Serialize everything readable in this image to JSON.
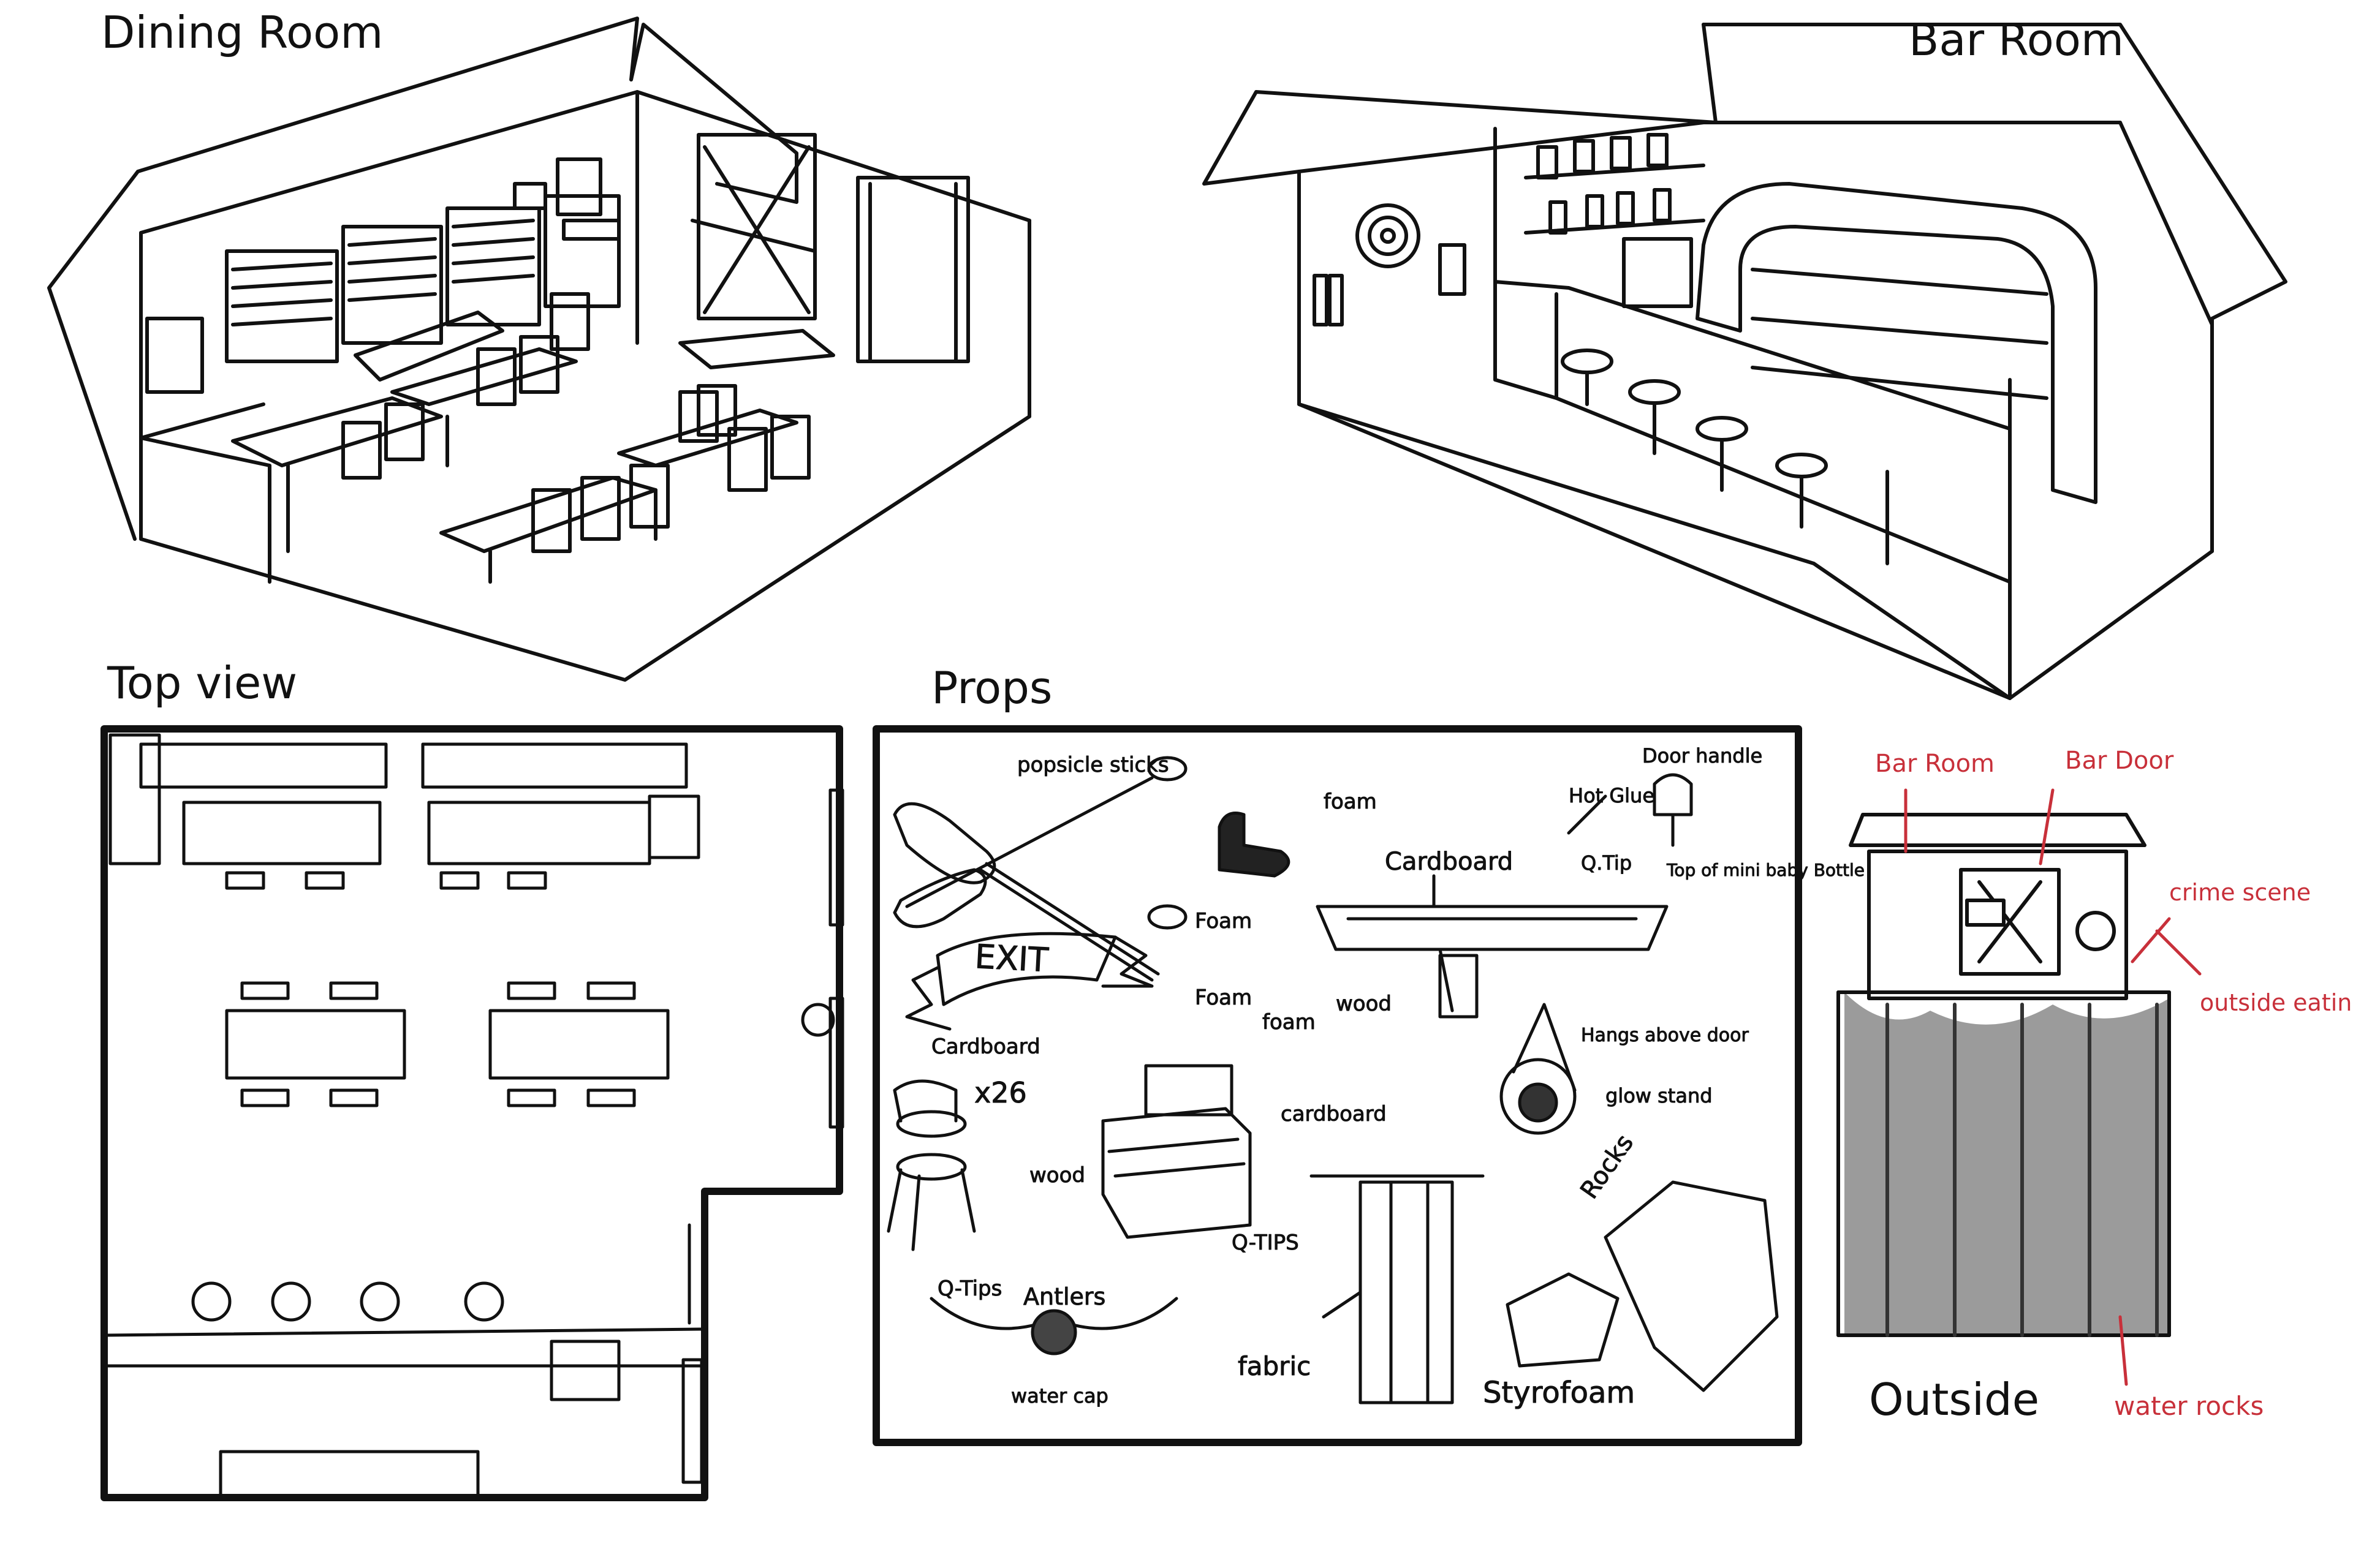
{
  "colors": {
    "ink": "#111111",
    "annotation_red": "#c8303a",
    "paper": "#ffffff",
    "shade": "#8a8a8a"
  },
  "dining_room": {
    "title": "Dining Room"
  },
  "bar_room": {
    "title": "Bar Room"
  },
  "top_view": {
    "title": "Top view"
  },
  "props": {
    "title": "Props",
    "popsicle_sticks": "popsicle sticks",
    "foam_oar": "Foam",
    "duck_foam": "foam",
    "exit_sign": "EXIT",
    "exit_foam": "Foam",
    "door_handle": "Door handle",
    "hot_glue": "Hot Glue",
    "qtip": "Q.Tip",
    "top_of_bottle": "Top of mini baby Bottle",
    "cardboard_top": "Cardboard",
    "foam_left": "foam",
    "wood_mid": "wood",
    "hangs_above": "Hangs above door",
    "glow_stand": "glow stand",
    "chair_cardboard": "Cardboard",
    "chair_count": "x26",
    "chair_wood": "wood",
    "chair_qtips": "Q-Tips",
    "register_cardboard": "cardboard",
    "curtain_qtips": "Q-TIPS",
    "rocks": "Rocks",
    "antlers": "Antlers",
    "water_cap": "water cap",
    "fabric": "fabric",
    "styrofoam": "Styrofoam"
  },
  "outside": {
    "title": "Outside",
    "bar_room_note": "Bar Room",
    "bar_door_note": "Bar Door",
    "crime_scene_note": "crime scene",
    "outside_eating_note": "outside eating",
    "water_rocks_note": "water rocks"
  }
}
